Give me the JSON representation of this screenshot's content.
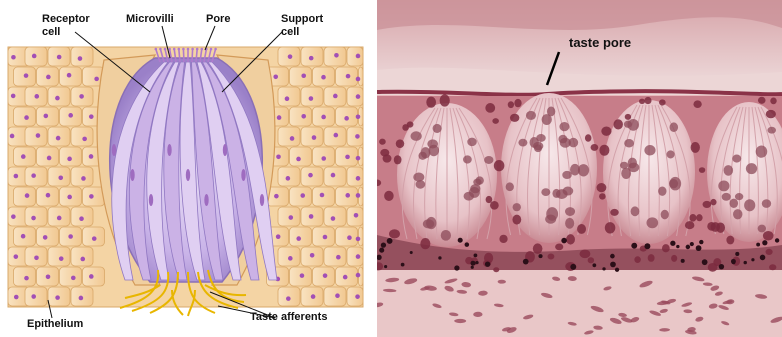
{
  "diagram": {
    "labels": {
      "receptor_cell_line1": "Receptor",
      "receptor_cell_line2": "cell",
      "microvilli": "Microvilli",
      "pore": "Pore",
      "support_cell_line1": "Support",
      "support_cell_line2": "cell",
      "epithelium": "Epithelium",
      "taste_afferents": "Taste afferents"
    },
    "colors": {
      "epithelium_fill": "#f6d7a8",
      "epithelium_stroke": "#d9a86a",
      "nucleus": "#a24fb5",
      "taste_bud_light": "#d7c3ec",
      "taste_bud_dark": "#9a78c8",
      "nerve": "#e6b400"
    }
  },
  "photo": {
    "label": "taste pore",
    "colors": {
      "background": "#e8b9bd",
      "nucleus": "#7b2a3e",
      "bud": "#f2dde0"
    }
  }
}
